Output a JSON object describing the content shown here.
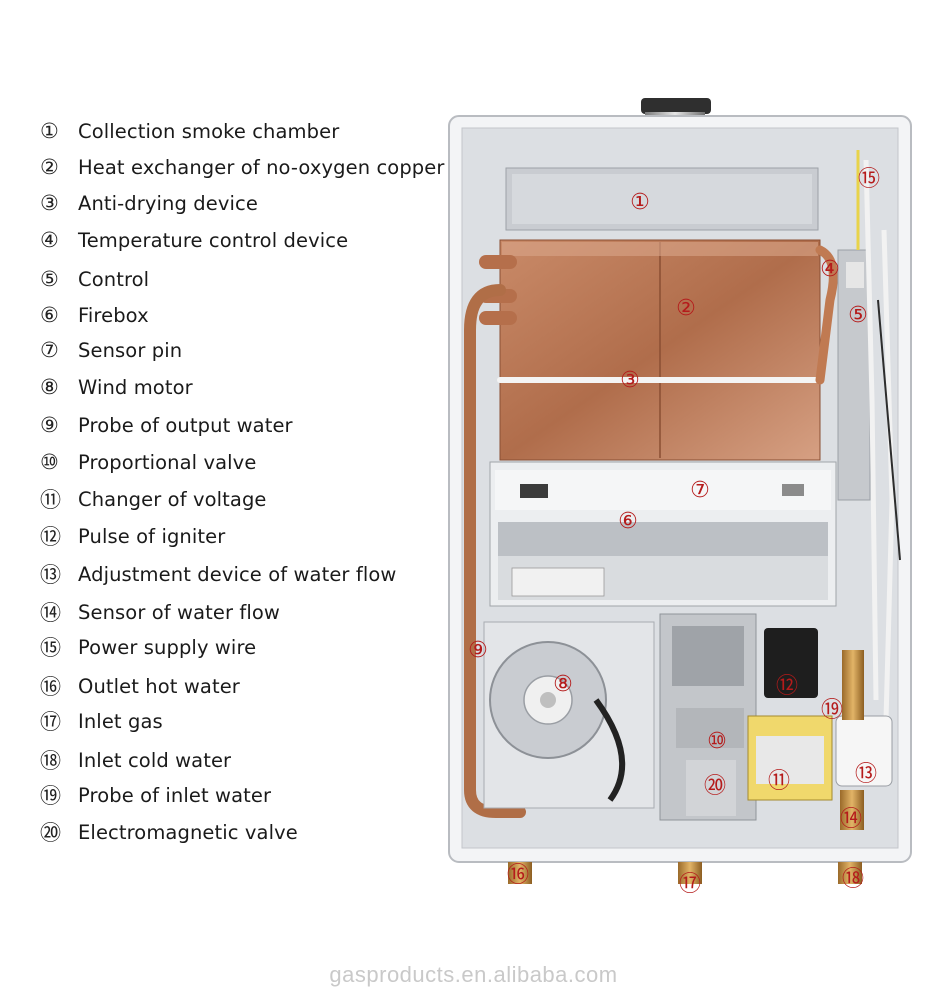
{
  "legend": [
    {
      "num": "①",
      "label": "Collection smoke chamber"
    },
    {
      "num": "②",
      "label": "Heat exchanger of  no-oxygen  copper"
    },
    {
      "num": "③",
      "label": "Anti-drying device"
    },
    {
      "num": "④",
      "label": "Temperature control device"
    },
    {
      "num": "⑤",
      "label": "Control"
    },
    {
      "num": "⑥",
      "label": "Firebox"
    },
    {
      "num": "⑦",
      "label": "Sensor pin"
    },
    {
      "num": "⑧",
      "label": "Wind motor"
    },
    {
      "num": "⑨",
      "label": "Probe of output water"
    },
    {
      "num": "⑩",
      "label": "Proportional valve"
    },
    {
      "num": "⑪",
      "label": "Changer of  voltage"
    },
    {
      "num": "⑫",
      "label": "Pulse of igniter"
    },
    {
      "num": "⑬",
      "label": "Adjustment device of water flow"
    },
    {
      "num": "⑭",
      "label": "Sensor of water flow"
    },
    {
      "num": "⑮",
      "label": "Power supply wire"
    },
    {
      "num": "⑯",
      "label": "Outlet hot water"
    },
    {
      "num": "⑰",
      "label": "Inlet gas"
    },
    {
      "num": "⑱",
      "label": "Inlet cold water"
    },
    {
      "num": "⑲",
      "label": "Probe of inlet  water"
    },
    {
      "num": "⑳",
      "label": "Electromagnetic valve"
    }
  ],
  "callouts": {
    "c1": "①",
    "c2": "②",
    "c3": "③",
    "c4": "④",
    "c5": "⑤",
    "c6": "⑥",
    "c7": "⑦",
    "c8": "⑧",
    "c9": "⑨",
    "c10": "⑩",
    "c11": "⑪",
    "c12": "⑫",
    "c13": "⑬",
    "c14": "⑭",
    "c15": "⑮",
    "c16": "⑯",
    "c17": "⑰",
    "c18": "⑱",
    "c19": "⑲",
    "c20": "⑳"
  },
  "watermark": "gasproducts.en.alibaba.com",
  "colors": {
    "copper": "#b87452",
    "casing": "#e9ebee",
    "callout": "#b51b1b"
  }
}
